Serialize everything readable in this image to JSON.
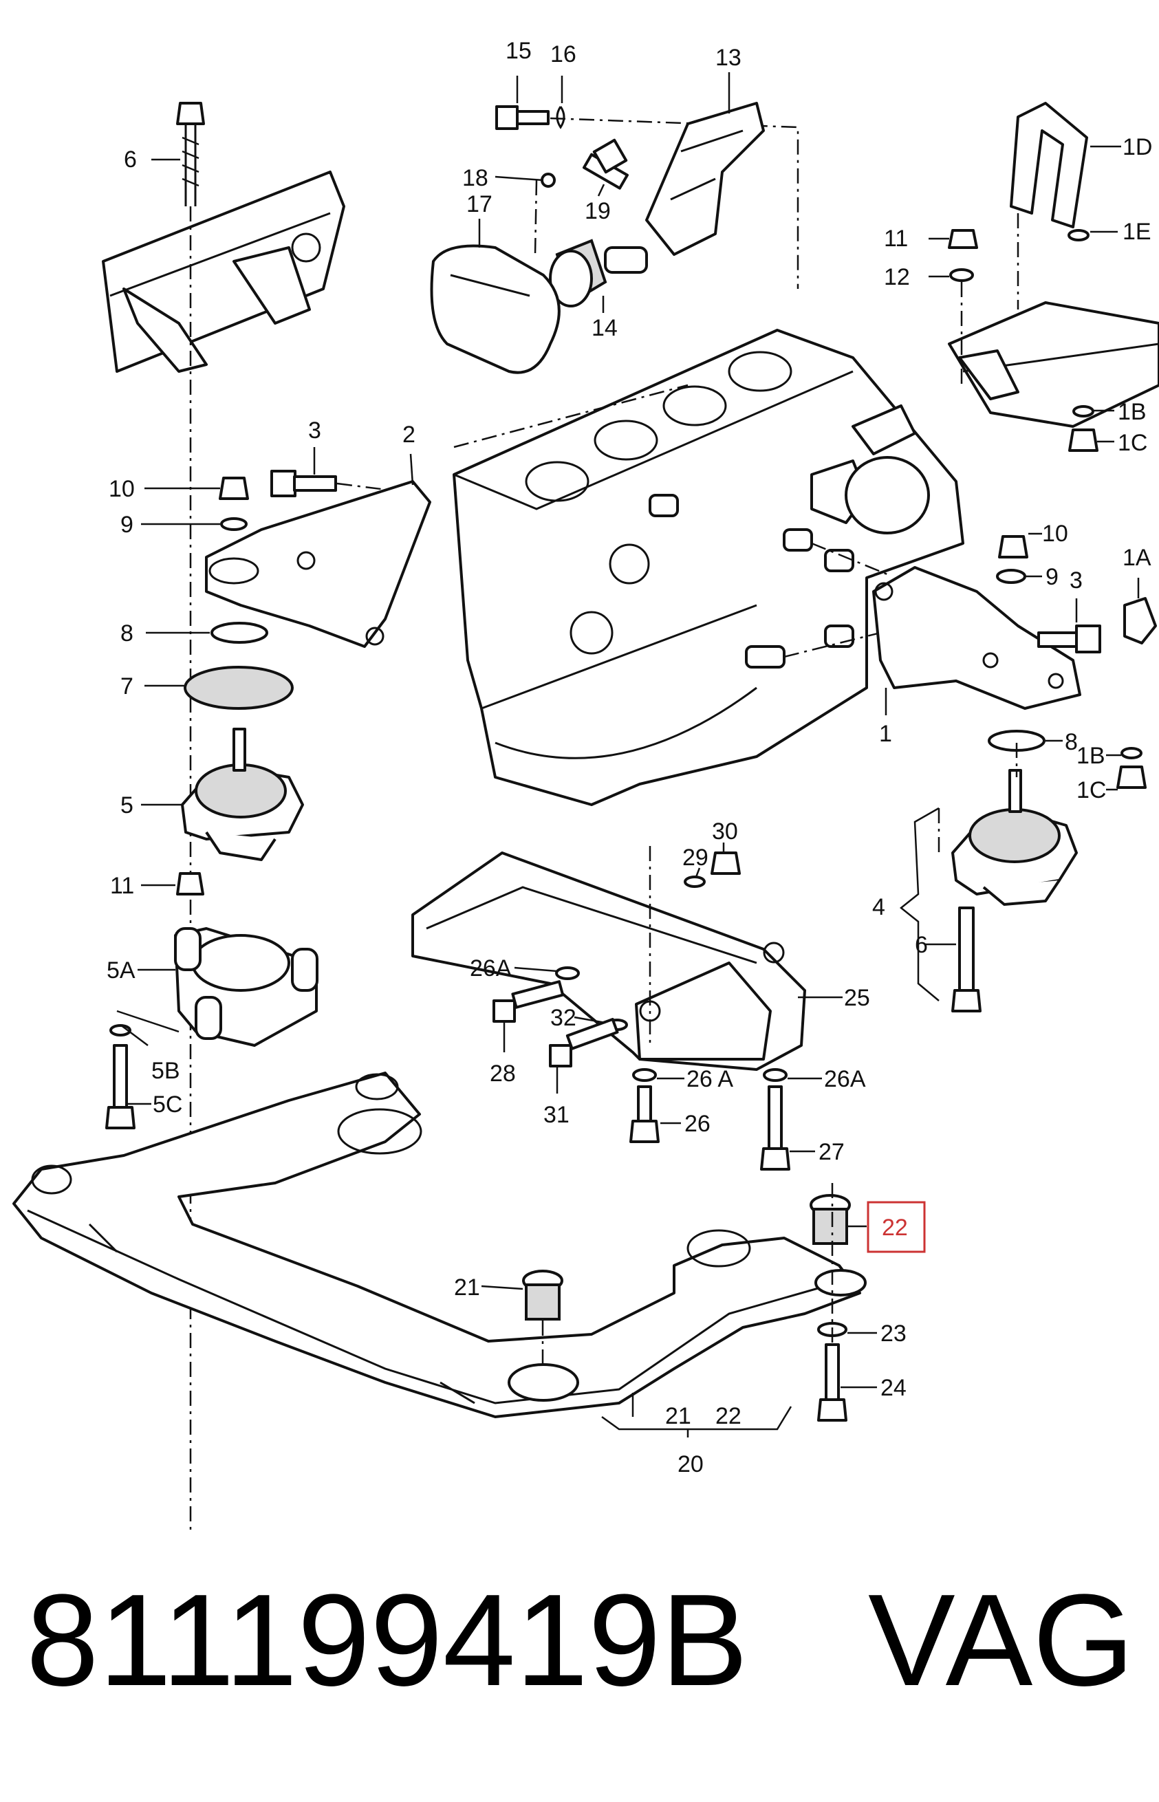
{
  "part_number": "811199419B",
  "brand": "VAG",
  "callouts": [
    {
      "id": "15",
      "text": "15"
    },
    {
      "id": "16",
      "text": "16"
    },
    {
      "id": "13",
      "text": "13"
    },
    {
      "id": "6a",
      "text": "6"
    },
    {
      "id": "18",
      "text": "18"
    },
    {
      "id": "17",
      "text": "17"
    },
    {
      "id": "19",
      "text": "19"
    },
    {
      "id": "14",
      "text": "14"
    },
    {
      "id": "1D",
      "text": "1D"
    },
    {
      "id": "11a",
      "text": "11"
    },
    {
      "id": "1E",
      "text": "1E"
    },
    {
      "id": "12",
      "text": "12"
    },
    {
      "id": "1Ba",
      "text": "1B"
    },
    {
      "id": "1Ca",
      "text": "1C"
    },
    {
      "id": "3a",
      "text": "3"
    },
    {
      "id": "2",
      "text": "2"
    },
    {
      "id": "10a",
      "text": "10"
    },
    {
      "id": "9a",
      "text": "9"
    },
    {
      "id": "8a",
      "text": "8"
    },
    {
      "id": "7",
      "text": "7"
    },
    {
      "id": "5",
      "text": "5"
    },
    {
      "id": "11b",
      "text": "11"
    },
    {
      "id": "10b",
      "text": "10"
    },
    {
      "id": "9b",
      "text": "9"
    },
    {
      "id": "3b",
      "text": "3"
    },
    {
      "id": "1A",
      "text": "1A"
    },
    {
      "id": "1",
      "text": "1"
    },
    {
      "id": "8b",
      "text": "8"
    },
    {
      "id": "1Bb",
      "text": "1B"
    },
    {
      "id": "1Cb",
      "text": "1C"
    },
    {
      "id": "29",
      "text": "29"
    },
    {
      "id": "30",
      "text": "30"
    },
    {
      "id": "4",
      "text": "4"
    },
    {
      "id": "6b",
      "text": "6"
    },
    {
      "id": "5A",
      "text": "5A"
    },
    {
      "id": "26Aa",
      "text": "26A"
    },
    {
      "id": "25",
      "text": "25"
    },
    {
      "id": "32",
      "text": "32"
    },
    {
      "id": "5B",
      "text": "5B"
    },
    {
      "id": "5C",
      "text": "5C"
    },
    {
      "id": "28",
      "text": "28"
    },
    {
      "id": "31",
      "text": "31"
    },
    {
      "id": "26Ab",
      "text": "26 A"
    },
    {
      "id": "26Ac",
      "text": "26A"
    },
    {
      "id": "26",
      "text": "26"
    },
    {
      "id": "27",
      "text": "27"
    },
    {
      "id": "22a",
      "text": "22"
    },
    {
      "id": "21a",
      "text": "21"
    },
    {
      "id": "23",
      "text": "23"
    },
    {
      "id": "24",
      "text": "24"
    },
    {
      "id": "21b",
      "text": "21"
    },
    {
      "id": "22b",
      "text": "22"
    },
    {
      "id": "20",
      "text": "20"
    }
  ],
  "highlight_color": "#cc3333"
}
